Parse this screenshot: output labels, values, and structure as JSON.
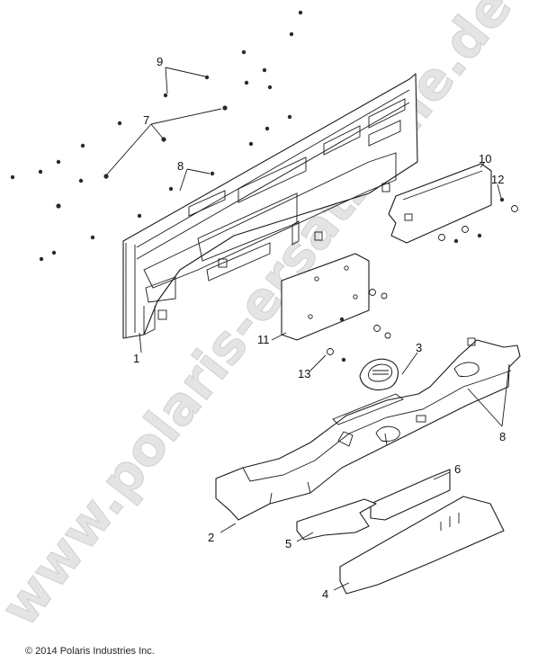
{
  "watermark": "www.polaris-ersatzteile.de",
  "copyright": "© 2014 Polaris Industries Inc.",
  "callouts": {
    "c1": "1",
    "c2": "2",
    "c3": "3",
    "c4": "4",
    "c5": "5",
    "c6": "6",
    "c7": "7",
    "c8a": "8",
    "c8b": "8",
    "c9": "9",
    "c10": "10",
    "c11": "11",
    "c12": "12",
    "c13": "13"
  }
}
